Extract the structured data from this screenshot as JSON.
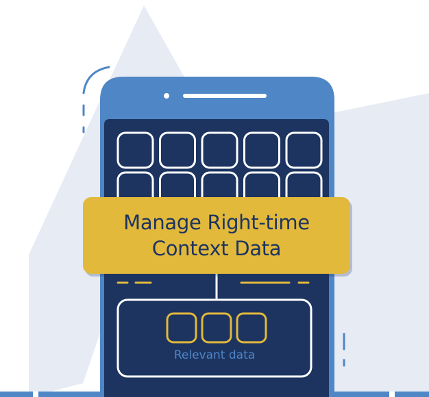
{
  "illustration": {
    "banner": {
      "line1": "Manage Right-time",
      "line2": "Context Data"
    },
    "data_box": {
      "label": "Relevant data"
    },
    "app_grid": {
      "rows": 2,
      "columns": 5
    },
    "relevant_items": 3
  },
  "colors": {
    "background": "#ffffff",
    "backdrop_shape": "#e6ebf4",
    "phone_frame": "#4f86c6",
    "phone_screen": "#1d3461",
    "banner": "#e2b93b",
    "banner_text": "#1d3461",
    "accent_yellow": "#e2b93b",
    "outline_white": "#ffffff",
    "label_blue": "#4f86c6"
  }
}
